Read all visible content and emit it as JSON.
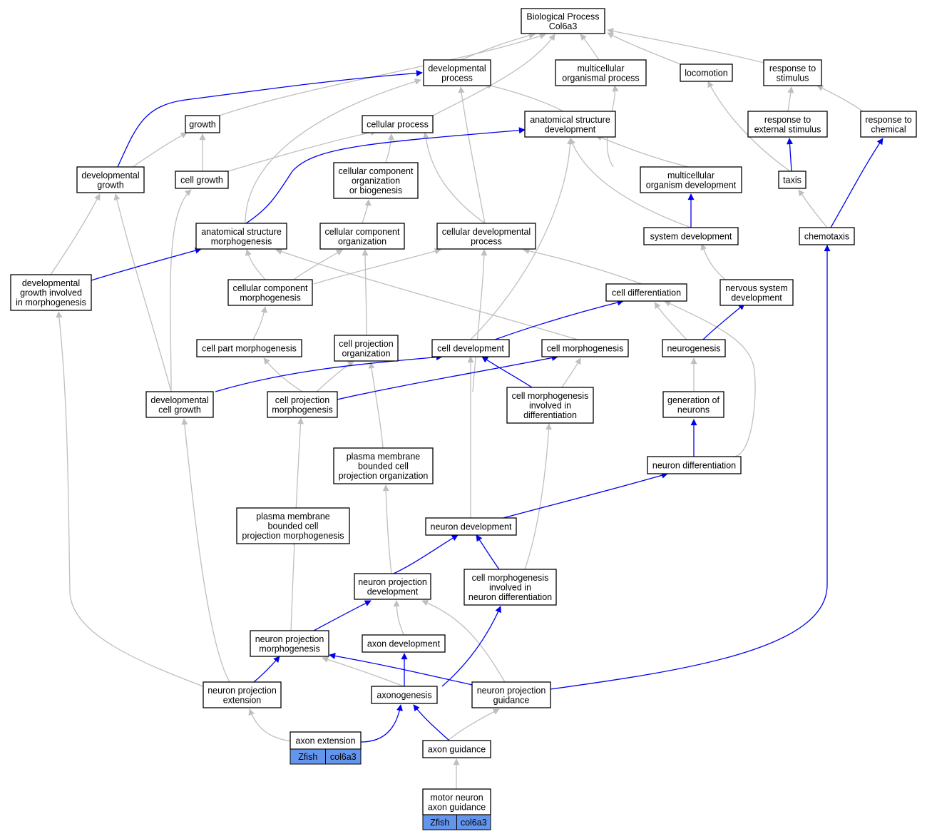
{
  "colors": {
    "is_a": "#bfbfbf",
    "part_of": "#0000ee",
    "tag_fill": "#6495ed"
  },
  "nodes": {
    "bp": [
      "Biological Process",
      "Col6a3"
    ],
    "devproc": [
      "developmental",
      "process"
    ],
    "multiproc": [
      "multicellular",
      "organismal process"
    ],
    "locomotion": [
      "locomotion"
    ],
    "respstim": [
      "response to",
      "stimulus"
    ],
    "growth": [
      "growth"
    ],
    "cellproc": [
      "cellular process"
    ],
    "anatdev": [
      "anatomical structure",
      "development"
    ],
    "respext": [
      "response to",
      "external stimulus"
    ],
    "respchem": [
      "response to",
      "chemical"
    ],
    "devgrowth": [
      "developmental",
      "growth"
    ],
    "cellgrowth": [
      "cell growth"
    ],
    "ccob": [
      "cellular component",
      "organization",
      "or biogenesis"
    ],
    "multidev": [
      "multicellular",
      "organism development"
    ],
    "taxis": [
      "taxis"
    ],
    "anatmorph": [
      "anatomical structure",
      "morphogenesis"
    ],
    "ccorg": [
      "cellular component",
      "organization"
    ],
    "celldevproc": [
      "cellular developmental",
      "process"
    ],
    "sysdev": [
      "system development"
    ],
    "chemotaxis": [
      "chemotaxis"
    ],
    "devgrowthmorph": [
      "developmental",
      "growth involved",
      "in morphogenesis"
    ],
    "ccmorph": [
      "cellular component",
      "morphogenesis"
    ],
    "celldiff": [
      "cell differentiation"
    ],
    "nsdev": [
      "nervous system",
      "development"
    ],
    "cellpartmorph": [
      "cell part morphogenesis"
    ],
    "cellprojorg": [
      "cell projection",
      "organization"
    ],
    "celldev": [
      "cell development"
    ],
    "cellmorph": [
      "cell morphogenesis"
    ],
    "neurogenesis": [
      "neurogenesis"
    ],
    "devcellgrowth": [
      "developmental",
      "cell growth"
    ],
    "cellprojmorph": [
      "cell projection",
      "morphogenesis"
    ],
    "cmidiff": [
      "cell morphogenesis",
      "involved in",
      "differentiation"
    ],
    "genneurons": [
      "generation of",
      "neurons"
    ],
    "pmbcpo": [
      "plasma membrane",
      "bounded cell",
      "projection organization"
    ],
    "neurondiff": [
      "neuron differentiation"
    ],
    "pmbcpm": [
      "plasma membrane",
      "bounded cell",
      "projection morphogenesis"
    ],
    "neurondev": [
      "neuron development"
    ],
    "npdev": [
      "neuron projection",
      "development"
    ],
    "cmind": [
      "cell morphogenesis",
      "involved in",
      "neuron differentiation"
    ],
    "axondev": [
      "axon development"
    ],
    "npmorph": [
      "neuron projection",
      "morphogenesis"
    ],
    "npext": [
      "neuron projection",
      "extension"
    ],
    "axonogenesis": [
      "axonogenesis"
    ],
    "npguid": [
      "neuron projection",
      "guidance"
    ],
    "axonext": [
      "axon extension"
    ],
    "axonguid": [
      "axon guidance"
    ],
    "motorguid": [
      "motor neuron",
      "axon guidance"
    ]
  },
  "annotations": {
    "axonext": [
      "Zfish",
      "col6a3"
    ],
    "motorguid": [
      "Zfish",
      "col6a3"
    ]
  }
}
